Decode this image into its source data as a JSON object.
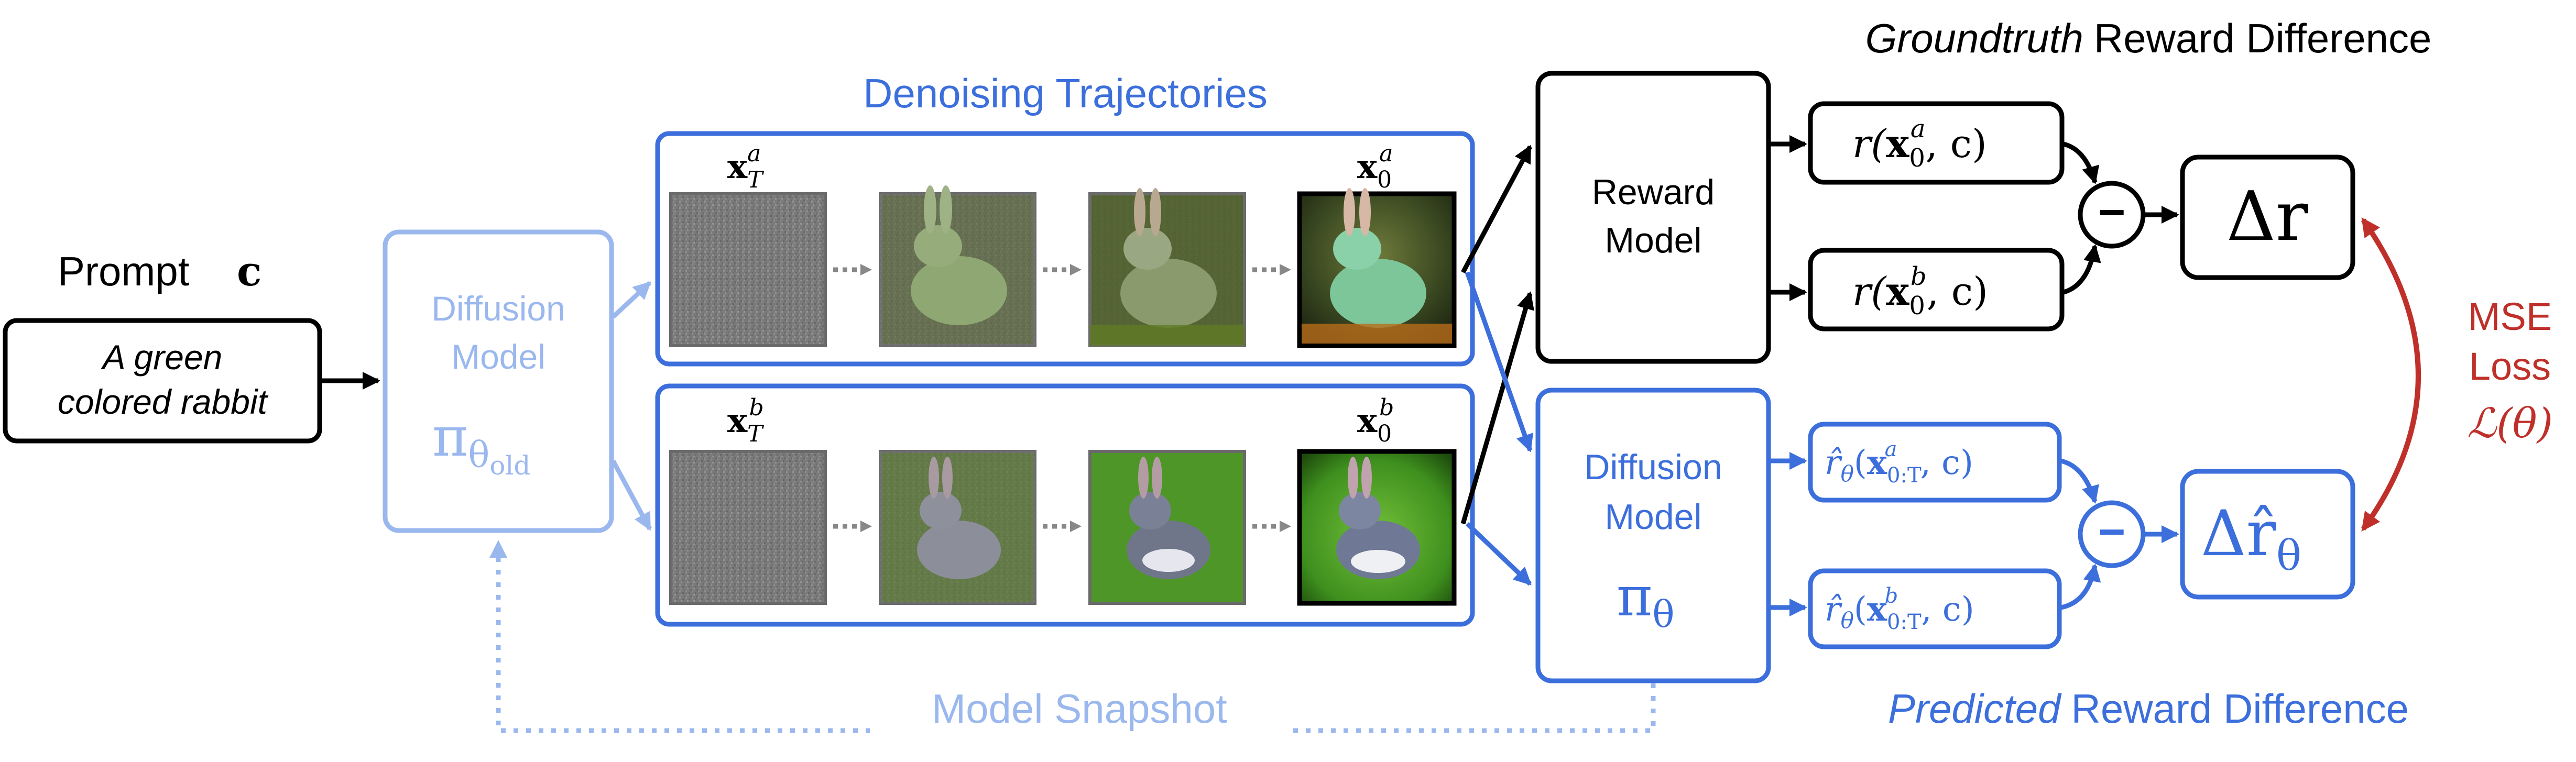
{
  "prompt": {
    "heading": "Prompt",
    "heading_symbol": "c",
    "text_line1": "A green",
    "text_line2": "colored rabbit"
  },
  "old_model": {
    "line1": "Diffusion",
    "line2": "Model",
    "symbol": "π",
    "subscript": "θ",
    "subsub": "old"
  },
  "trajectories": {
    "title": "Denoising Trajectories",
    "a": {
      "start_label": "x",
      "start_sub": "T",
      "start_sup": "a",
      "end_label": "x",
      "end_sub": "0",
      "end_sup": "a"
    },
    "b": {
      "start_label": "x",
      "start_sub": "T",
      "start_sup": "b",
      "end_label": "x",
      "end_sub": "0",
      "end_sup": "b"
    }
  },
  "reward_model": {
    "line1": "Reward",
    "line2": "Model"
  },
  "policy_model": {
    "line1": "Diffusion",
    "line2": "Model",
    "symbol": "π",
    "subscript": "θ"
  },
  "groundtruth": {
    "title_italic": "Groundtruth",
    "title_rest": "Reward Difference",
    "ra": {
      "fn": "r(",
      "x": "x",
      "sub": "0",
      "sup": "a",
      "rest": ", c)"
    },
    "rb": {
      "fn": "r(",
      "x": "x",
      "sub": "0",
      "sup": "b",
      "rest": ", c)"
    },
    "delta_symbol": "Δr"
  },
  "predicted": {
    "title_italic": "Predicted",
    "title_rest": "Reward Difference",
    "ra": {
      "fn": "r̂",
      "fsub": "θ",
      "open": "(",
      "x": "x",
      "sub": "0:T",
      "sup": "a",
      "rest": ", c)"
    },
    "rb": {
      "fn": "r̂",
      "fsub": "θ",
      "open": "(",
      "x": "x",
      "sub": "0:T",
      "sup": "b",
      "rest": ", c)"
    },
    "delta_symbol": "Δr̂",
    "delta_sub": "θ"
  },
  "loss": {
    "line1": "MSE",
    "line2": "Loss",
    "symbol": "ℒ(θ)"
  },
  "snapshot": {
    "label": "Model Snapshot"
  },
  "minus_symbol": "−",
  "colors": {
    "black": "#000000",
    "blue": "#3c6fdc",
    "light_blue": "#9bb8ee",
    "red": "#c0302a",
    "noise": "#777777",
    "grass_dark": "#3d5d22",
    "grass_bright": "#4e9a24"
  }
}
